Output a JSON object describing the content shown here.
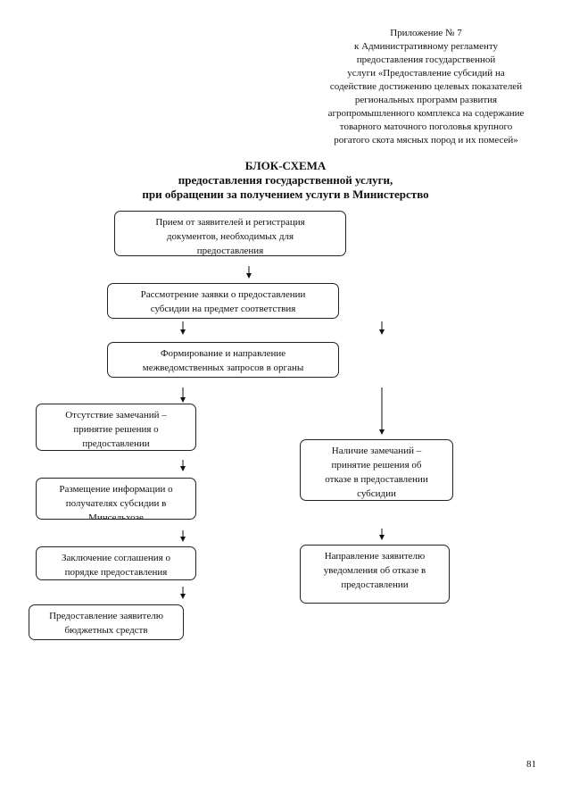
{
  "appendix": {
    "lines": [
      "Приложение № 7",
      "к Административному регламенту",
      "предоставления государственной",
      "услуги «Предоставление субсидий на",
      "содействие достижению целевых показателей",
      "региональных программ развития",
      "агропромышленного комплекса на содержание",
      "товарного маточного поголовья крупного",
      "рогатого скота мясных пород и их помесей»"
    ]
  },
  "title": {
    "heading": "БЛОК-СХЕМА",
    "line1": "предоставления государственной услуги,",
    "line2": "при обращении за получением услуги в Министерство"
  },
  "boxes": {
    "reception": [
      "Прием от заявителей и регистрация",
      "документов, необходимых для",
      "предоставления"
    ],
    "review": [
      "Рассмотрение заявки о предоставлении",
      "субсидии на предмет соответствия"
    ],
    "requests": [
      "Формирование и направление",
      "межведомственных запросов в органы"
    ],
    "no_remarks": [
      "Отсутствие замечаний –",
      "принятие решения о",
      "предоставлении"
    ],
    "info": [
      "Размещение информации о",
      "получателях субсидии в",
      "Минсельхозе"
    ],
    "agreement": [
      "Заключение соглашения о",
      "порядке предоставления"
    ],
    "funds": [
      "Предоставление заявителю",
      "бюджетных средств"
    ],
    "remarks": [
      "Наличие замечаний –",
      "принятие решения об",
      "отказе в предоставлении",
      "субсидии"
    ],
    "notice": [
      "Направление заявителю",
      "уведомления об отказе в",
      "предоставлении"
    ]
  },
  "page_number": "81"
}
